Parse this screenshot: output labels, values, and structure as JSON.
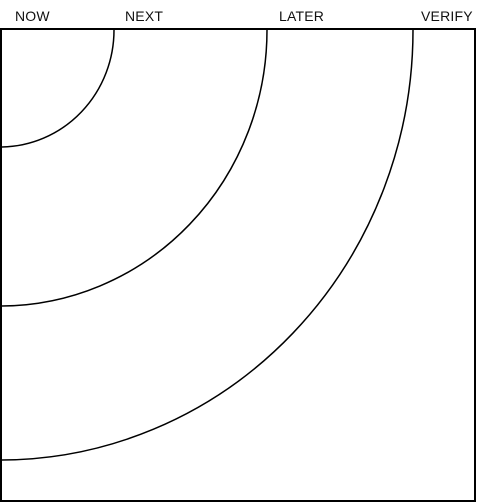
{
  "labels": {
    "now": "NOW",
    "next": "NEXT",
    "later": "LATER",
    "verify": "VERIFY"
  },
  "colors": {
    "stroke": "#000000",
    "background": "#ffffff"
  }
}
